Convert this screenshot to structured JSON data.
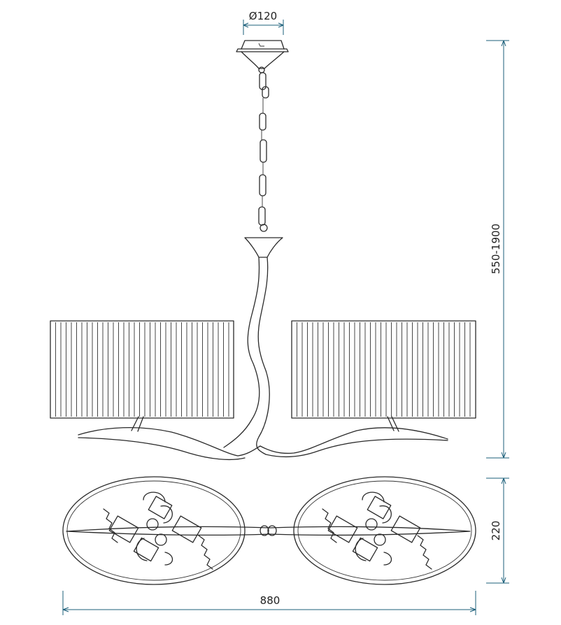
{
  "dimensions": {
    "canopy_diameter": "Ø120",
    "height_range": "550-1900",
    "depth": "220",
    "width": "880"
  },
  "colors": {
    "line": "#2a2a2a",
    "dimension": "#1b5f7a",
    "background": "#ffffff"
  }
}
